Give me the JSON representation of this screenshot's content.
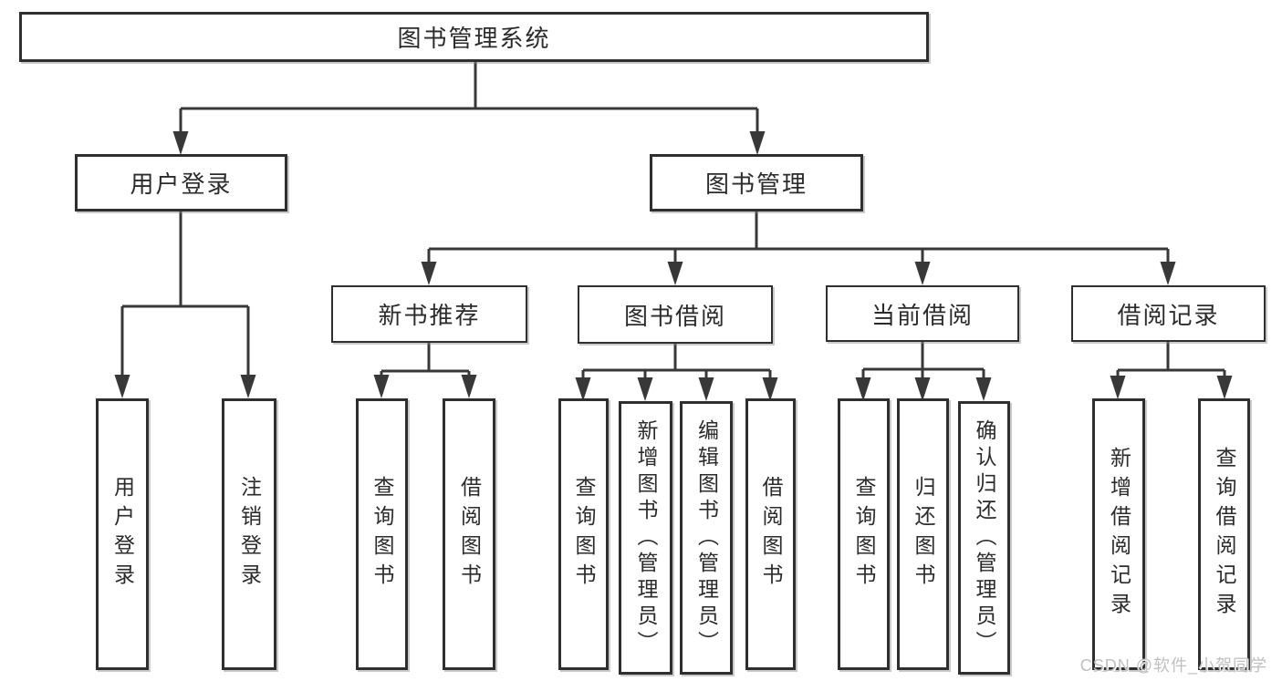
{
  "diagram": {
    "type": "tree",
    "root": {
      "label": "图书管理系统"
    },
    "branches": [
      {
        "label": "用户登录",
        "children": [
          {
            "label": "用户登录"
          },
          {
            "label": "注销登录"
          }
        ]
      },
      {
        "label": "图书管理",
        "children": [
          {
            "label": "新书推荐",
            "children": [
              {
                "label": "查询图书"
              },
              {
                "label": "借阅图书"
              }
            ]
          },
          {
            "label": "图书借阅",
            "children": [
              {
                "label": "查询图书"
              },
              {
                "label": "新增图书（管理员）"
              },
              {
                "label": "编辑图书（管理员）"
              },
              {
                "label": "借阅图书"
              }
            ]
          },
          {
            "label": "当前借阅",
            "children": [
              {
                "label": "查询图书"
              },
              {
                "label": "归还图书"
              },
              {
                "label": "确认归还（管理员）"
              }
            ]
          },
          {
            "label": "借阅记录",
            "children": [
              {
                "label": "新增借阅记录"
              },
              {
                "label": "查询借阅记录"
              }
            ]
          }
        ]
      }
    ],
    "watermark": "CSDN @软件_小贺同学",
    "colors": {
      "line": "#383838",
      "box_border": "#2f2f2f",
      "text": "#2b2b2b",
      "watermark": "#c0c0c0",
      "background": "#ffffff"
    }
  }
}
